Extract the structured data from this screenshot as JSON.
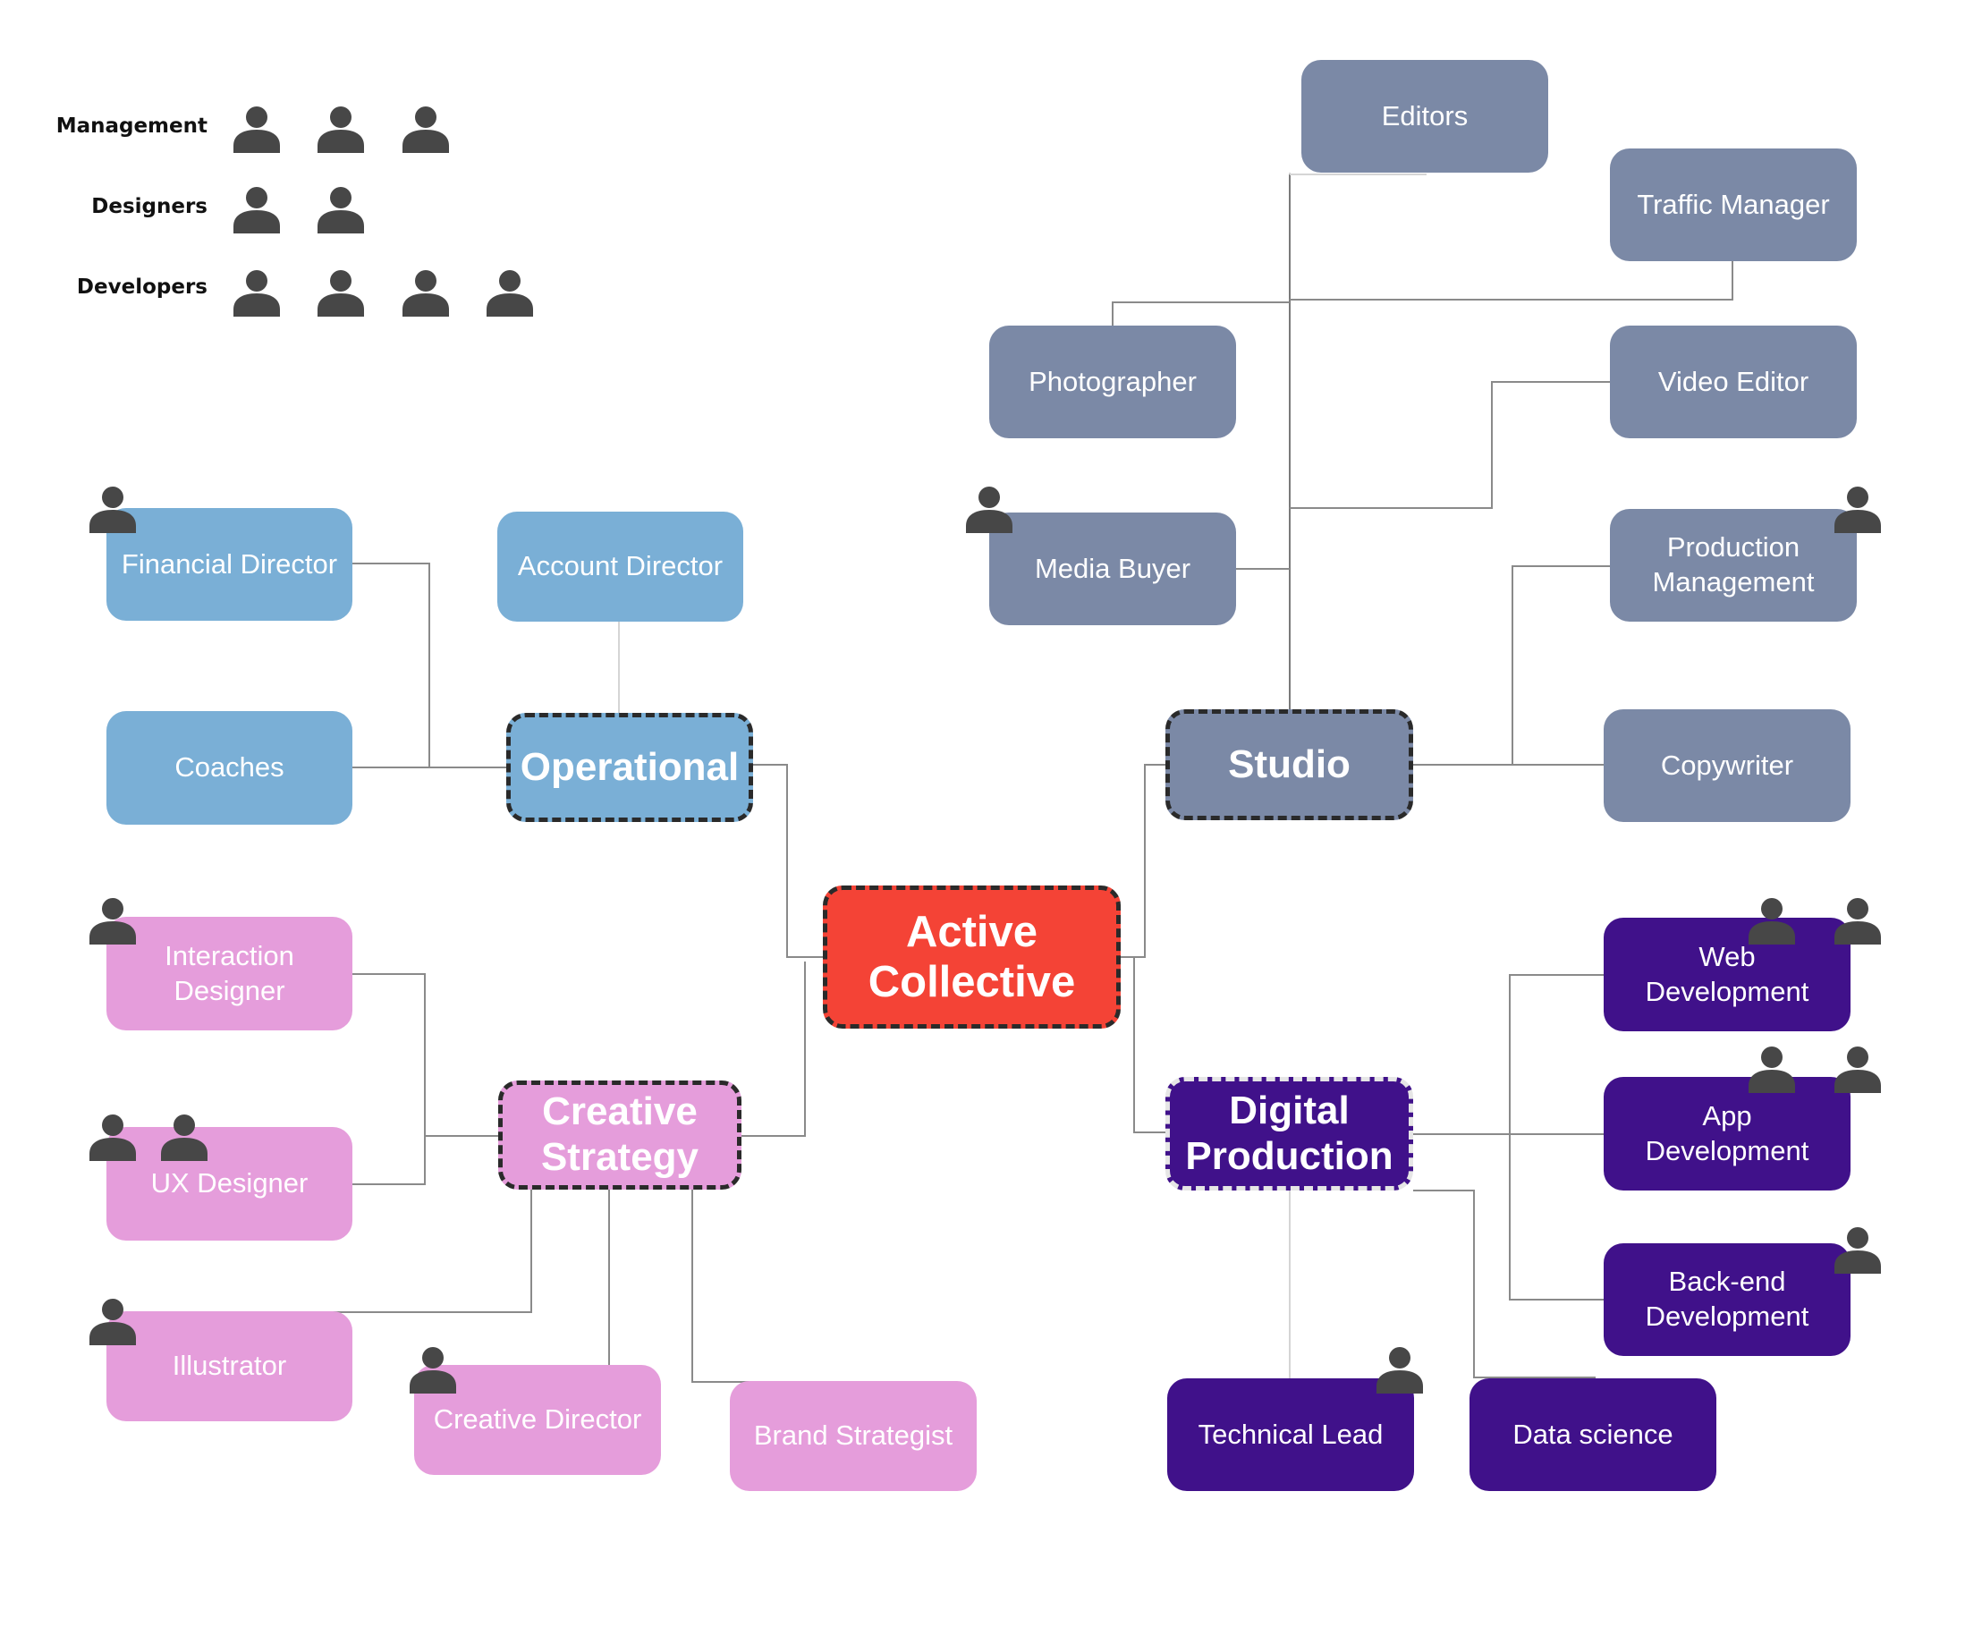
{
  "colors": {
    "operational": "#7aafd6",
    "studio": "#7b89a6",
    "creative": "#e59ddb",
    "digital": "#40118a",
    "center": "#f44336",
    "icon": "#474747",
    "line": "#8a8a8a"
  },
  "legend": [
    {
      "label": "Management",
      "count": 3,
      "icon": "person-icon"
    },
    {
      "label": "Designers",
      "count": 2,
      "icon": "person-icon"
    },
    {
      "label": "Developers",
      "count": 4,
      "icon": "person-icon"
    }
  ],
  "center": {
    "label": "Active\nCollective"
  },
  "hubs": {
    "operational": {
      "label": "Operational"
    },
    "studio": {
      "label": "Studio"
    },
    "creative": {
      "label": "Creative\nStrategy"
    },
    "digital": {
      "label": "Digital\nProduction"
    }
  },
  "roles": {
    "financial_director": "Financial Director",
    "account_director": "Account Director",
    "coaches": "Coaches",
    "interaction_designer": "Interaction\nDesigner",
    "ux_designer": "UX Designer",
    "illustrator": "Illustrator",
    "creative_director": "Creative Director",
    "brand_strategist": "Brand Strategist",
    "editors": "Editors",
    "traffic_manager": "Traffic Manager",
    "photographer": "Photographer",
    "video_editor": "Video Editor",
    "media_buyer": "Media Buyer",
    "production_management": "Production\nManagement",
    "copywriter": "Copywriter",
    "web_development": "Web\nDevelopment",
    "app_development": "App\nDevelopment",
    "backend_development": "Back-end\nDevelopment",
    "technical_lead": "Technical Lead",
    "data_science": "Data science"
  }
}
